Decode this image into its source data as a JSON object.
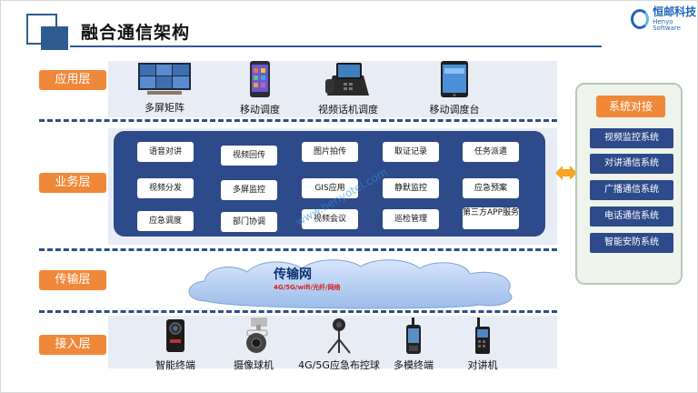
{
  "header": {
    "title": "融合通信架构",
    "logo_cn": "恒邮科技",
    "logo_en": "Henyo Software"
  },
  "layers": {
    "app": "应用层",
    "business": "业务层",
    "transport": "传输层",
    "access": "接入层"
  },
  "app_items": [
    {
      "label": "多屏矩阵",
      "icon": "video-wall-icon"
    },
    {
      "label": "移动调度",
      "icon": "smartphone-icon"
    },
    {
      "label": "视频话机调度",
      "icon": "desk-phone-icon"
    },
    {
      "label": "移动调度台",
      "icon": "tablet-icon"
    }
  ],
  "business_items": [
    [
      "语音对讲",
      "视频回传",
      "图片拍传",
      "取证记录",
      "任务派遣"
    ],
    [
      "视频分发",
      "多屏监控",
      "GIS应用",
      "静默监控",
      "应急预案"
    ],
    [
      "应急调度",
      "部门协调",
      "视频会议",
      "巡检管理",
      "第三方APP服务"
    ]
  ],
  "transport": {
    "title": "传输网",
    "subtitle": "4G/5G/wifi/光纤/网络"
  },
  "access_items": [
    {
      "label": "智能终端",
      "icon": "body-camera-icon"
    },
    {
      "label": "摄像球机",
      "icon": "dome-camera-icon"
    },
    {
      "label": "4G/5G应急布控球",
      "icon": "tripod-ball-icon"
    },
    {
      "label": "多模终端",
      "icon": "multimode-terminal-icon"
    },
    {
      "label": "对讲机",
      "icon": "walkie-talkie-icon"
    }
  ],
  "system_integration": {
    "title": "系统对接",
    "items": [
      "视频监控系统",
      "对讲通信系统",
      "广播通信系统",
      "电话通信系统",
      "智能安防系统"
    ]
  },
  "watermark": "www.henyotel.com",
  "colors": {
    "accent_orange": "#f0883a",
    "primary_blue": "#2d4a8a",
    "band_bg": "#e8edf5",
    "alert_red": "#d81f1f"
  }
}
